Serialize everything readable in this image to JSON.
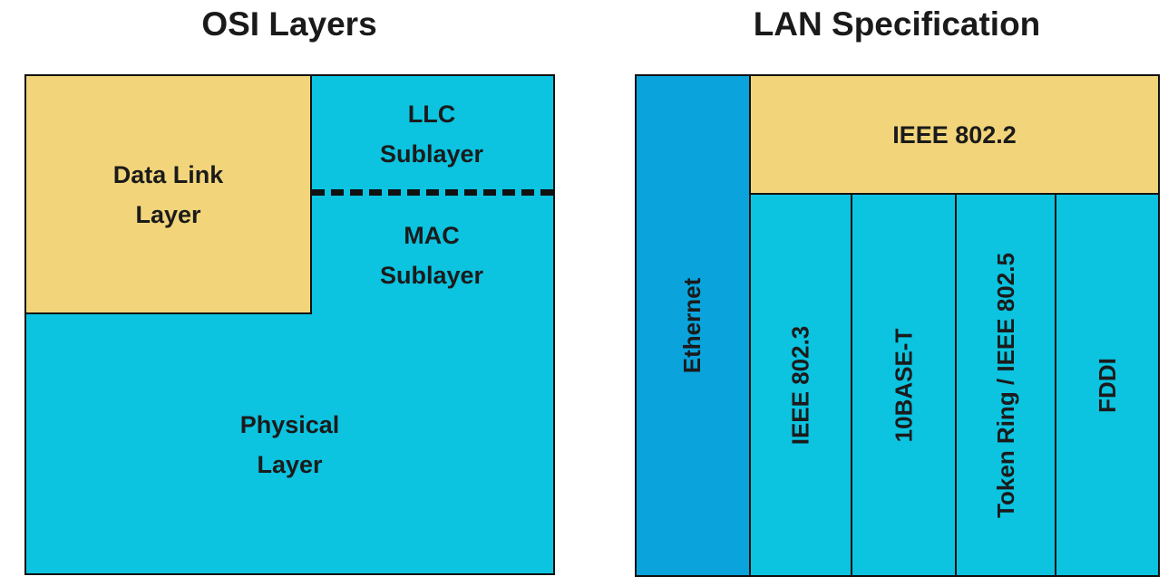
{
  "osi": {
    "title": "OSI Layers",
    "data_link": [
      "Data Link",
      "Layer"
    ],
    "llc": [
      "LLC",
      "Sublayer"
    ],
    "mac": [
      "MAC",
      "Sublayer"
    ],
    "physical": [
      "Physical",
      "Layer"
    ]
  },
  "lan": {
    "title": "LAN Specification",
    "ethernet": "Ethernet",
    "ieee_8022": "IEEE 802.2",
    "columns": [
      "IEEE 802.3",
      "10BASE-T",
      "Token Ring / IEEE 802.5",
      "FDDI"
    ]
  },
  "colors": {
    "yellow": "#f2d57a",
    "cyan": "#0cc3e0",
    "blue": "#0aa3dc"
  }
}
